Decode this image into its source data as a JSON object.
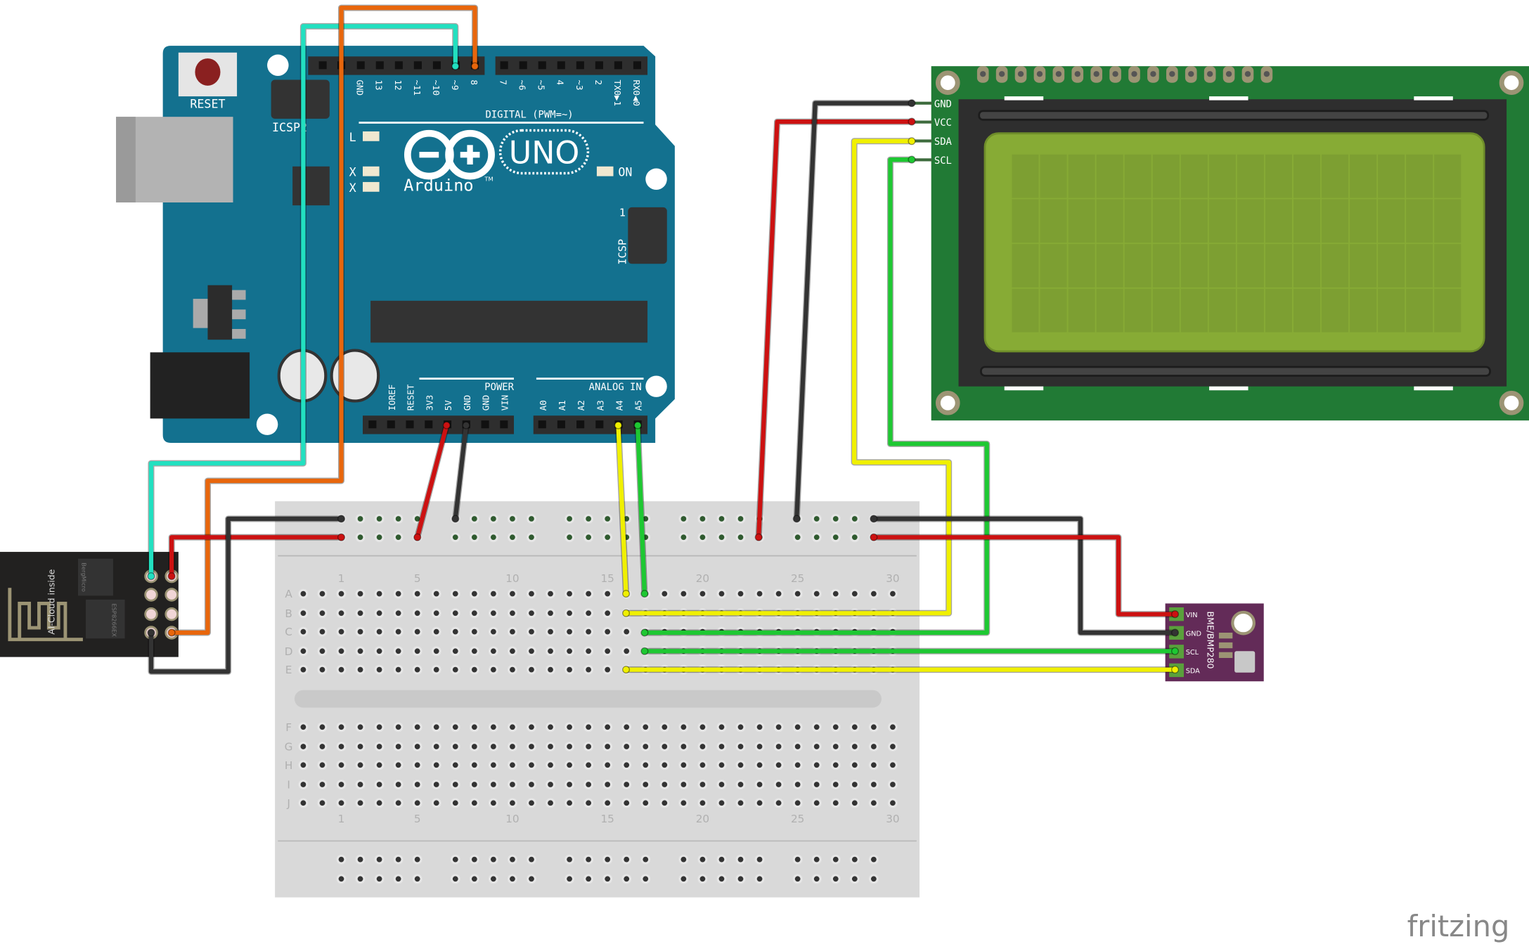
{
  "watermark": "fritzing",
  "arduino": {
    "brand": "Arduino",
    "tm": "TM",
    "model": "UNO",
    "reset_label": "RESET",
    "icsp2_label": "ICSP2",
    "icsp_label": "ICSP",
    "icsp_pin1": "1",
    "led_l": "L",
    "led_tx": "X",
    "led_rx": "X",
    "led_on": "ON",
    "digital_label": "DIGITAL (PWM=~)",
    "power_label": "POWER",
    "analog_label": "ANALOG IN",
    "digital_pins": [
      "GND",
      "13",
      "12",
      "~11",
      "~10",
      "~9",
      "8",
      "7",
      "~6",
      "~5",
      "4",
      "~3",
      "2",
      "TX0▶1",
      "RX0◀0"
    ],
    "power_pins": [
      "IOREF",
      "RESET",
      "3V3",
      "5V",
      "GND",
      "GND",
      "VIN"
    ],
    "analog_pins": [
      "A0",
      "A1",
      "A2",
      "A3",
      "A4",
      "A5"
    ],
    "colors": {
      "board": "#13718f"
    }
  },
  "lcd": {
    "pins": [
      "GND",
      "VCC",
      "SDA",
      "SCL"
    ],
    "columns": 16,
    "rows": 4,
    "colors": {
      "board": "#217a35",
      "screen": "#87ab35"
    }
  },
  "bme280": {
    "title": "BME/BMP280",
    "pins": [
      "VIN",
      "GND",
      "SCL",
      "SDA"
    ],
    "colors": {
      "board": "#632b58"
    }
  },
  "esp8266": {
    "antenna_label": "AI-Cloud inside",
    "flash_label": "BergMicro",
    "chip_label": "ESP8266EX"
  },
  "breadboard": {
    "row_letters_top": [
      "A",
      "B",
      "C",
      "D",
      "E"
    ],
    "row_letters_bottom": [
      "F",
      "G",
      "H",
      "I",
      "J"
    ],
    "column_labels": [
      "1",
      "5",
      "10",
      "15",
      "20",
      "25",
      "30"
    ]
  },
  "wires": [
    {
      "name": "esp-tx-to-d9",
      "color": "#22e0c0"
    },
    {
      "name": "esp-rx-to-d8",
      "color": "#e8660c"
    },
    {
      "name": "esp-vcc",
      "color": "#cc1111"
    },
    {
      "name": "esp-gnd",
      "color": "#333333"
    },
    {
      "name": "5v-to-rail",
      "color": "#cc1111"
    },
    {
      "name": "gnd-to-rail",
      "color": "#333333"
    },
    {
      "name": "a4-sda",
      "color": "#f0f000"
    },
    {
      "name": "a5-scl",
      "color": "#1ec832"
    },
    {
      "name": "lcd-vcc",
      "color": "#cc1111"
    },
    {
      "name": "lcd-gnd",
      "color": "#333333"
    },
    {
      "name": "lcd-sda",
      "color": "#f0f000"
    },
    {
      "name": "lcd-scl",
      "color": "#1ec832"
    },
    {
      "name": "bme-gnd",
      "color": "#333333"
    },
    {
      "name": "bme-vin",
      "color": "#cc1111"
    },
    {
      "name": "bme-scl",
      "color": "#1ec832"
    },
    {
      "name": "bme-sda",
      "color": "#f0f000"
    }
  ]
}
